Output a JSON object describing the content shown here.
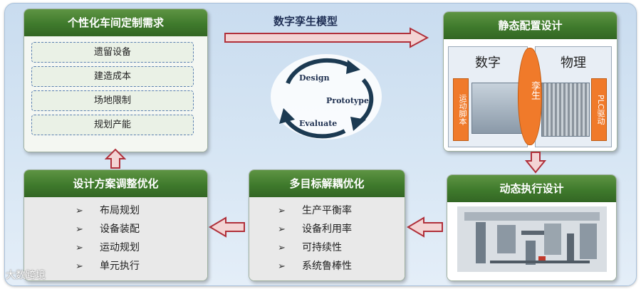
{
  "requirements_box": {
    "title": "个性化车间定制需求",
    "items": [
      "遗留设备",
      "建造成本",
      "场地限制",
      "规划产能"
    ]
  },
  "twin_model_label": "数字孪生模型",
  "cycle": {
    "design": "Design",
    "prototype": "Prototype",
    "evaluate": "Evaluate"
  },
  "static_box": {
    "title": "静态配置设计",
    "digital": "数字",
    "physical": "物理",
    "twin": "孪生",
    "motion_script": "运动脚本",
    "plc_drive": "PLC驱动"
  },
  "dynamic_box": {
    "title": "动态执行设计"
  },
  "decoupling_box": {
    "title": "多目标解耦优化",
    "items": [
      "生产平衡率",
      "设备利用率",
      "可持续性",
      "系统鲁棒性"
    ]
  },
  "adjust_box": {
    "title": "设计方案调整优化",
    "items": [
      "布局规划",
      "设备装配",
      "运动规划",
      "单元执行"
    ]
  },
  "bullet_char": "➢",
  "watermark": "大数跨境",
  "colors": {
    "header_green": "#3f7a2c",
    "arrow_red": "#c0392b",
    "accent_orange": "#f07a2a"
  }
}
